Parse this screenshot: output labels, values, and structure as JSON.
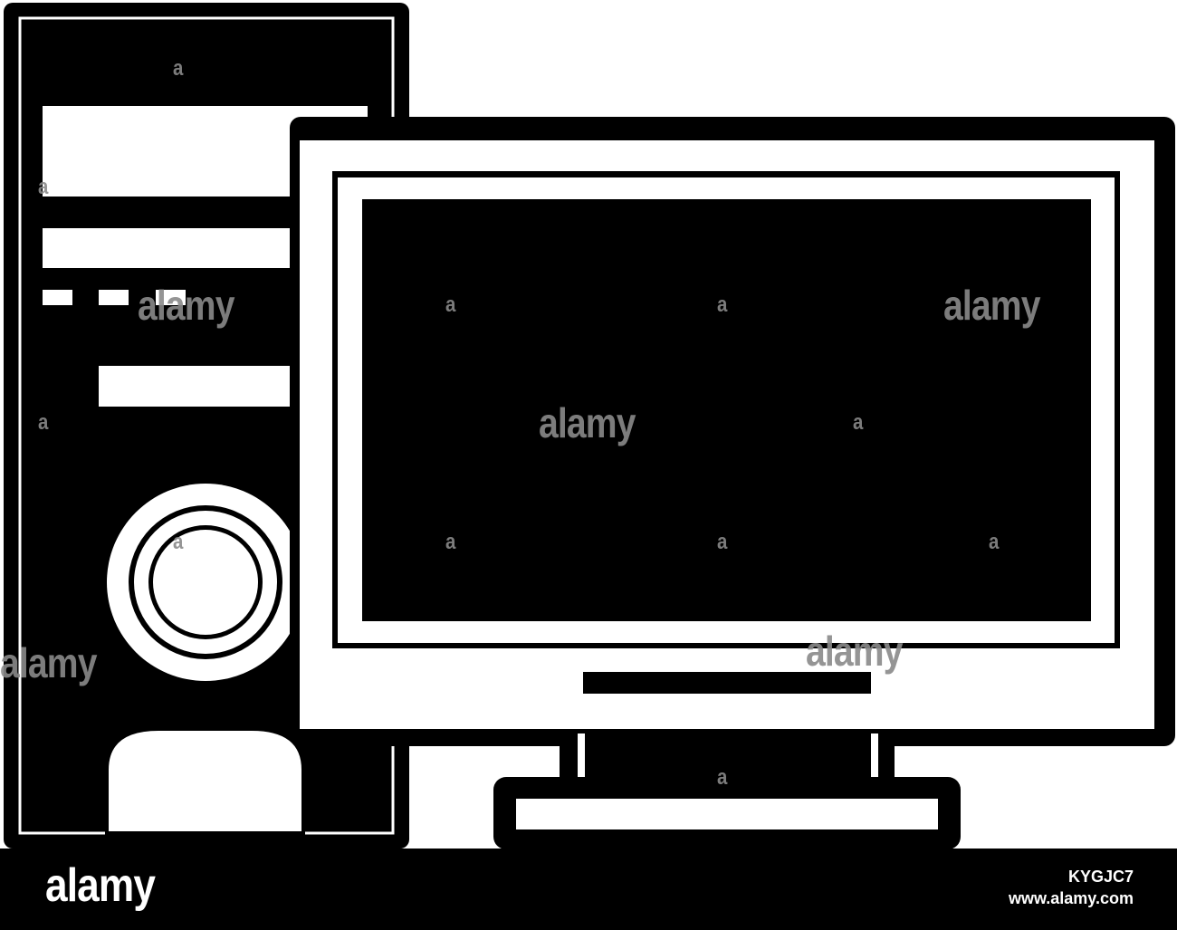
{
  "watermark": {
    "brand": "alamy",
    "mark": "a"
  },
  "footer": {
    "logo": "alamy",
    "image_id": "KYGJC7",
    "url": "www.alamy.com"
  },
  "colors": {
    "ink": "#000000",
    "paper": "#ffffff",
    "watermark": "#8a8a8a"
  }
}
